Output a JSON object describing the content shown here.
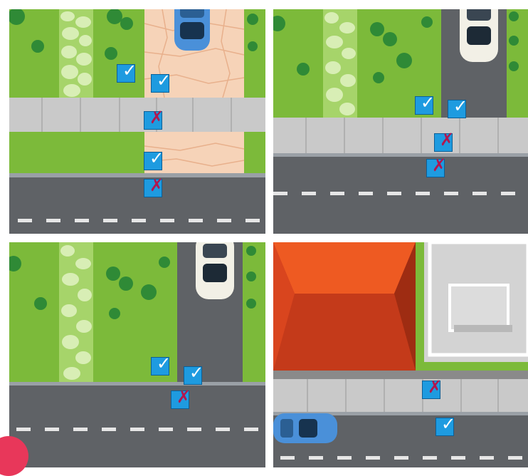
{
  "title": "",
  "panels": [
    {
      "id": "driveway-with-walkway-gap",
      "markers": [
        {
          "status": "allowed",
          "glyph": "✓"
        },
        {
          "status": "allowed",
          "glyph": "✓"
        },
        {
          "status": "forbidden",
          "glyph": "✗"
        },
        {
          "status": "allowed",
          "glyph": "✓"
        },
        {
          "status": "forbidden",
          "glyph": "✗"
        }
      ]
    },
    {
      "id": "asphalt-driveway-upper",
      "markers": [
        {
          "status": "allowed",
          "glyph": "✓"
        },
        {
          "status": "allowed",
          "glyph": "✓"
        },
        {
          "status": "forbidden",
          "glyph": "✗"
        },
        {
          "status": "forbidden",
          "glyph": "✗"
        }
      ]
    },
    {
      "id": "asphalt-driveway-no-sidewalk",
      "markers": [
        {
          "status": "allowed",
          "glyph": "✓"
        },
        {
          "status": "allowed",
          "glyph": "✓"
        },
        {
          "status": "forbidden",
          "glyph": "✗"
        }
      ]
    },
    {
      "id": "building-frontage",
      "markers": [
        {
          "status": "forbidden",
          "glyph": "✗"
        },
        {
          "status": "allowed",
          "glyph": "✓"
        }
      ]
    }
  ],
  "colors": {
    "grass": "#7cba3a",
    "asphalt": "#5f6266",
    "sidewalk": "#c9c9c9",
    "paving": "#f6d3b8",
    "marker": "#1e9be0",
    "check": "#ffffff",
    "cross": "#b0174f",
    "roof_light": "#ee5a22",
    "roof_dark": "#c0391b"
  }
}
